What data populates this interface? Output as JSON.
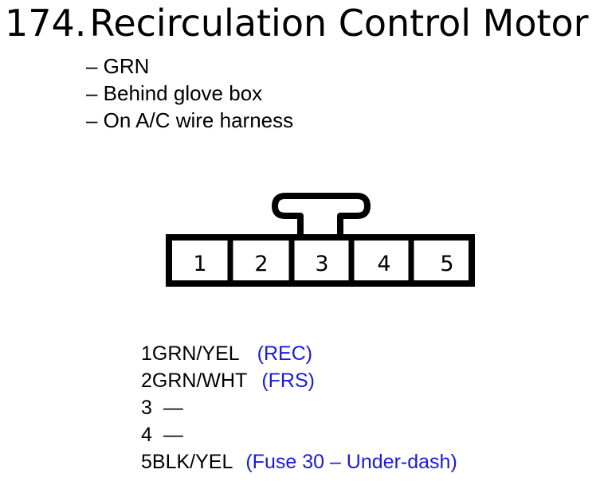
{
  "title": {
    "number": "174.",
    "text": "Recirculation Control Motor"
  },
  "bullets": [
    "– GRN",
    "– Behind glove box",
    "– On A/C wire harness"
  ],
  "connector": {
    "pins": [
      "1",
      "2",
      "3",
      "4",
      "5"
    ]
  },
  "pinout": [
    {
      "pin": "1",
      "wire": "GRN/YEL",
      "note": "(REC)"
    },
    {
      "pin": "2",
      "wire": "GRN/WHT",
      "note": "(FRS)"
    },
    {
      "pin": "3",
      "wire": "—",
      "note": ""
    },
    {
      "pin": "4",
      "wire": "—",
      "note": ""
    },
    {
      "pin": "5",
      "wire": "BLK/YEL",
      "note": "(Fuse 30 – Under-dash)"
    }
  ],
  "colors": {
    "note": "#1a1adb",
    "line": "#000000"
  }
}
